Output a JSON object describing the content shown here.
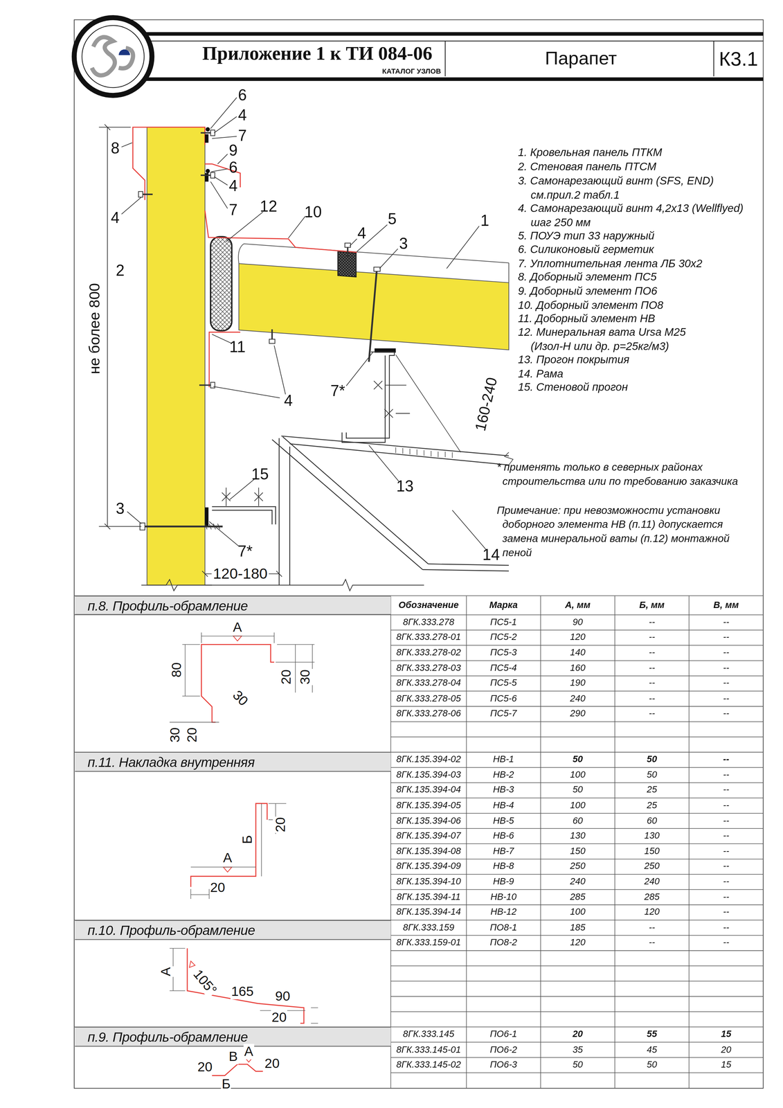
{
  "diagram": {
    "title": "Парапет",
    "nodes": [
      {
        "text": [
          "Приложение 1 к ТИ 084-06",
          "КАТАЛОГ УЗЛОВ"
        ]
      },
      {
        "text": [
          "К3.1"
        ]
      },
      {
        "text": [
          "п.8. Профиль-обрамление"
        ]
      },
      {
        "text": [
          "п.11. Накладка внутренняя"
        ]
      },
      {
        "text": [
          "п.10. Профиль-обрамление"
        ]
      },
      {
        "text": [
          "п.9. Профиль-обрамление"
        ]
      }
    ],
    "labels": [
      "6",
      "4",
      "7",
      "8",
      "9",
      "6",
      "4",
      "7",
      "4",
      "12",
      "10",
      "4",
      "5",
      "1",
      "3",
      "2",
      "11",
      "7*",
      "4",
      "15",
      "13",
      "14",
      "3",
      "7*",
      "не более 800",
      "160-240",
      "120-180",
      "1. Кровельная панель ПТКМ",
      "2. Стеновая панель ПТСМ",
      "3. Самонарезающий винт (SFS, END) см.прил.2 табл.1",
      "4. Самонарезающий винт 4,2х13 (Wellflyed) шаг 250 мм",
      "5. ПОУЭ тип 33 наружный",
      "6. Силиконовый герметик",
      "7. Уплотнительная лента ЛБ 30х2",
      "8. Доборный элемент ПС5",
      "9. Доборный элемент ПО6",
      "10. Доборный элемент ПО8",
      "11. Доборный элемент НВ",
      "12. Минеральная вата Ursa M25 (Изол-Н или др. p=25кг/м3)",
      "13. Прогон покрытия",
      "14. Рама",
      "15. Стеновой прогон",
      "* применять только в северных районах строительства или по требованию заказчика",
      "Примечание: при невозможности установки доборного элемента НВ (п.11) допускается замена минеральной ваты (п.12) монтажной пеной",
      "Обозначение",
      "Марка",
      "А, мм",
      "Б, мм",
      "В, мм",
      "8ГК.333.278",
      "ПС5-1",
      "90",
      "--",
      "--",
      "8ГК.333.278-01",
      "ПС5-2",
      "120",
      "--",
      "--",
      "8ГК.333.278-02",
      "ПС5-3",
      "140",
      "--",
      "--",
      "8ГК.333.278-03",
      "ПС5-4",
      "160",
      "--",
      "--",
      "8ГК.333.278-04",
      "ПС5-5",
      "190",
      "--",
      "--",
      "8ГК.333.278-05",
      "ПС5-6",
      "240",
      "--",
      "--",
      "8ГК.333.278-06",
      "ПС5-7",
      "290",
      "--",
      "--",
      "8ГК.135.394-02",
      "НВ-1",
      "50",
      "50",
      "--",
      "8ГК.135.394-03",
      "НВ-2",
      "100",
      "50",
      "--",
      "8ГК.135.394-04",
      "НВ-3",
      "50",
      "25",
      "--",
      "8ГК.135.394-05",
      "НВ-4",
      "100",
      "25",
      "--",
      "8ГК.135.394-06",
      "НВ-5",
      "60",
      "60",
      "--",
      "8ГК.135.394-07",
      "НВ-6",
      "130",
      "130",
      "--",
      "8ГК.135.394-08",
      "НВ-7",
      "150",
      "150",
      "--",
      "8ГК.135.394-09",
      "НВ-8",
      "250",
      "250",
      "--",
      "8ГК.135.394-10",
      "НВ-9",
      "240",
      "240",
      "--",
      "8ГК.135.394-11",
      "НВ-10",
      "285",
      "285",
      "--",
      "8ГК.135.394-14",
      "НВ-12",
      "100",
      "120",
      "--",
      "8ГК.333.159",
      "ПО8-1",
      "185",
      "--",
      "--",
      "8ГК.333.159-01",
      "ПО8-2",
      "120",
      "--",
      "--",
      "8ГК.333.145",
      "ПО6-1",
      "20",
      "55",
      "15",
      "8ГК.333.145-01",
      "ПО6-2",
      "35",
      "45",
      "20",
      "8ГК.333.145-02",
      "ПО6-3",
      "50",
      "50",
      "15",
      "А",
      "80",
      "20",
      "30",
      "30",
      "30",
      "20",
      "20",
      "А",
      "Б",
      "20",
      "А",
      "105°",
      "165",
      "90",
      "20",
      "20",
      "В",
      "А",
      "20",
      "Б"
    ]
  }
}
